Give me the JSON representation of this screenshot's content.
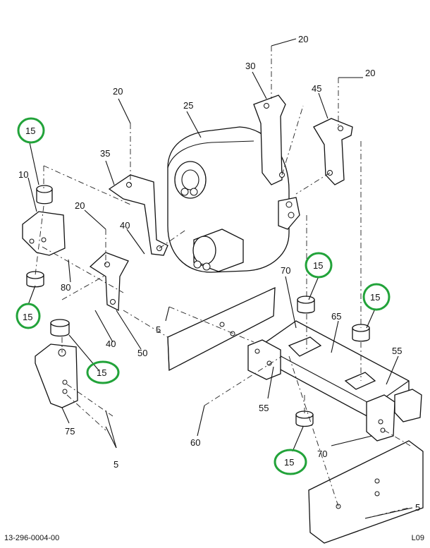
{
  "document": {
    "number": "13-296-0004-00",
    "sheet_code": "L09"
  },
  "callouts": {
    "c15a": "15",
    "c15b": "15",
    "c15c": "15",
    "c15d": "15",
    "c15e": "15",
    "c15f": "15",
    "c20a": "20",
    "c20b": "20",
    "c20c": "20",
    "c20d": "20",
    "c25": "25",
    "c30": "30",
    "c35": "35",
    "c40a": "40",
    "c40b": "40",
    "c45": "45",
    "c50": "50",
    "c5a": "5",
    "c5b": "5",
    "c5c": "5",
    "c55a": "55",
    "c55b": "55",
    "c60": "60",
    "c65": "65",
    "c70a": "70",
    "c70b": "70",
    "c75": "75",
    "c80": "80",
    "c10": "10"
  },
  "highlight_color": "#22a33a"
}
